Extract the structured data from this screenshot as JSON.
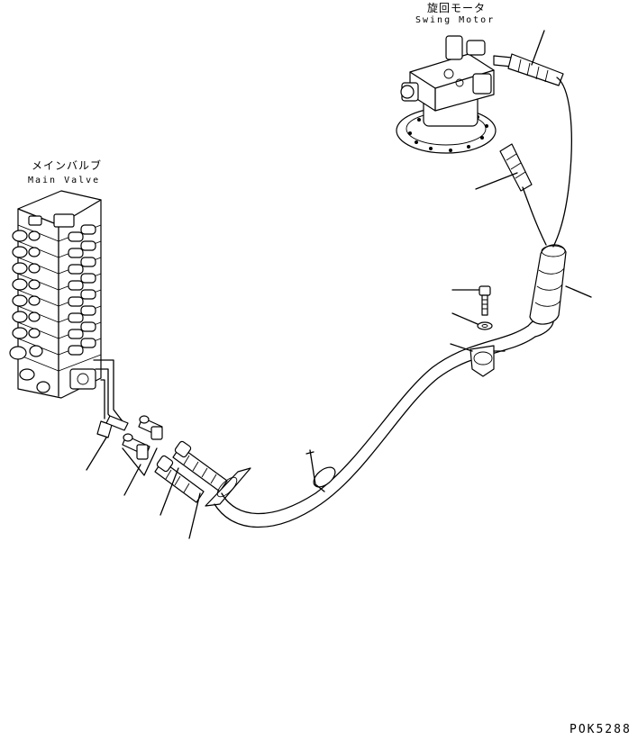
{
  "labels": {
    "swing_motor_jp": "旋回モータ",
    "swing_motor_en": "Swing Motor",
    "main_valve_jp": "メインバルブ",
    "main_valve_en": "Main Valve",
    "drawing_code": "POK5288"
  }
}
